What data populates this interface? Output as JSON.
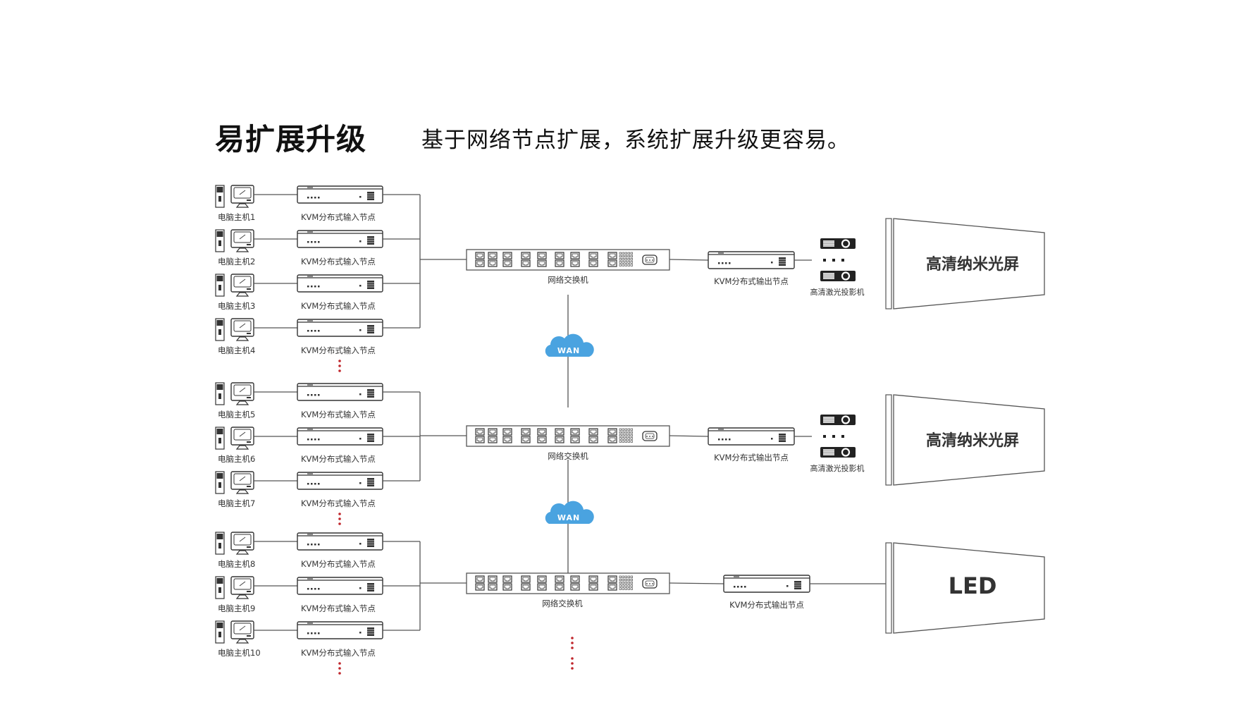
{
  "header": {
    "title": "易扩展升级",
    "subtitle": "基于网络节点扩展，系统扩展升级更容易。"
  },
  "colors": {
    "line": "#555555",
    "dots": "#c0272d",
    "cloud": "#4aa3e0",
    "device": "#333333"
  },
  "groups": [
    {
      "hosts": [
        "电脑主机1",
        "电脑主机2",
        "电脑主机3",
        "电脑主机4"
      ],
      "input_node_label": "KVM分布式输入节点",
      "switch_label": "网络交换机",
      "output_node_label": "KVM分布式输出节点",
      "projector_label": "高清激光投影机",
      "display_label": "高清纳米光屏",
      "more_indicator": true
    },
    {
      "hosts": [
        "电脑主机5",
        "电脑主机6",
        "电脑主机7"
      ],
      "input_node_label": "KVM分布式输入节点",
      "switch_label": "网络交换机",
      "output_node_label": "KVM分布式输出节点",
      "projector_label": "高清激光投影机",
      "display_label": "高清纳米光屏",
      "more_indicator": true
    },
    {
      "hosts": [
        "电脑主机8",
        "电脑主机9",
        "电脑主机10"
      ],
      "input_node_label": "KVM分布式输入节点",
      "switch_label": "网络交换机",
      "output_node_label": "KVM分布式输出节点",
      "projector_label": null,
      "display_label": "LED",
      "more_indicator": true
    }
  ],
  "wan": {
    "label": "WAN"
  }
}
